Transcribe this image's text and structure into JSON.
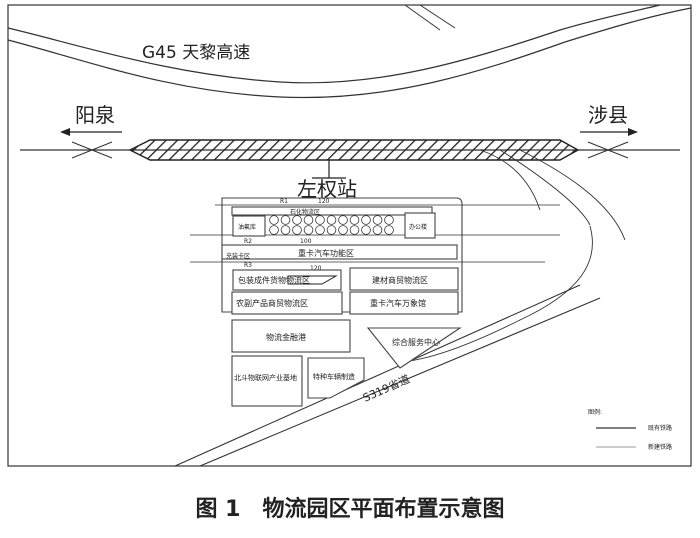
{
  "highway": {
    "label": "G45 天黎高速"
  },
  "directions": {
    "left": "阳泉",
    "right": "涉县"
  },
  "station": {
    "label": "左权站"
  },
  "zones": {
    "top_strip": "石化物流区",
    "left_small": "油氟库",
    "right_small": "办公楼",
    "heavy_truck_func": "重卡汽车功能区",
    "side_left": "充装卡区",
    "packaging": "包装成件货物物流区",
    "building_materials": "建材商贸物流区",
    "agri_trade": "农副产品商贸物流区",
    "heavy_truck_city": "重卡汽车万象馆",
    "finance": "物流金融港",
    "service_center": "综合服务中心",
    "beidou_iot": "北斗物联网产业基地",
    "special_vehicle": "特种车辆制造"
  },
  "tracks": {
    "r1": "R1",
    "r2": "R2",
    "r3": "R3",
    "len_a": "120",
    "len_b": "100",
    "len_c": "120"
  },
  "road": {
    "label": "S319省道"
  },
  "legend": {
    "title": "图例:",
    "existing": "既有铁路",
    "new": "新建铁路"
  },
  "caption": "图 1　物流园区平面布置示意图"
}
